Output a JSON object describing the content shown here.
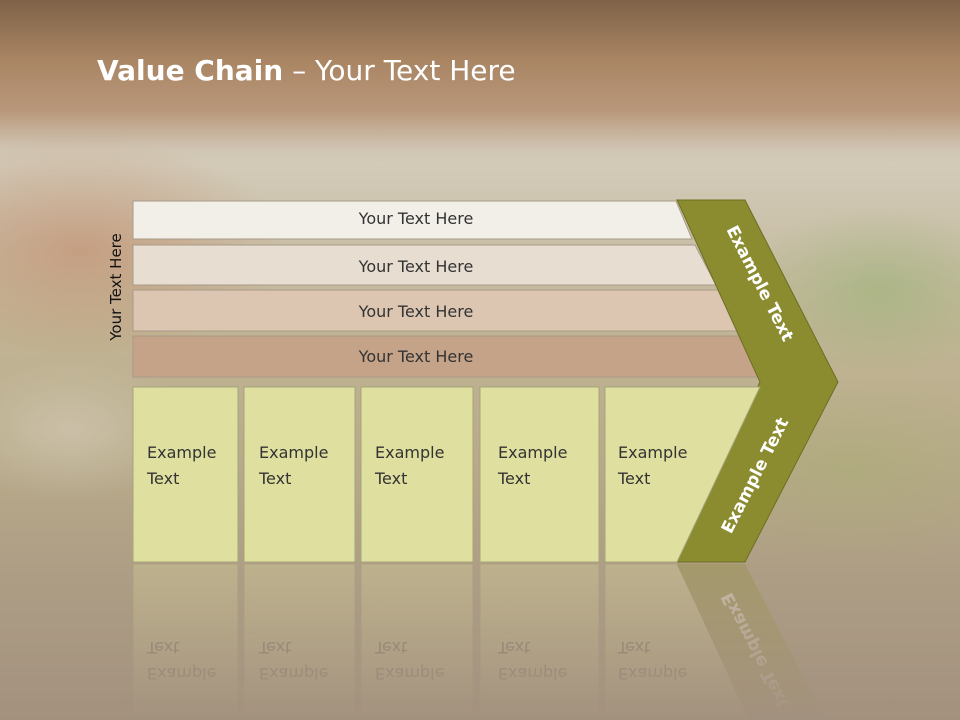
{
  "title": {
    "bold": "Value Chain",
    "rest": " – Your Text Here"
  },
  "side_label": "Your Text Here",
  "rows": [
    {
      "label": "Your Text Here",
      "fill": "#f2efe9"
    },
    {
      "label": "Your Text Here",
      "fill": "#e8ddd1"
    },
    {
      "label": "Your Text Here",
      "fill": "#dcc6b1"
    },
    {
      "label": "Your Text Here",
      "fill": "#c4a388"
    }
  ],
  "boxes": [
    {
      "line1": "Example",
      "line2": "Text"
    },
    {
      "line1": "Example",
      "line2": "Text"
    },
    {
      "line1": "Example",
      "line2": "Text"
    },
    {
      "line1": "Example",
      "line2": "Text"
    },
    {
      "line1": "Example",
      "line2": "Text"
    }
  ],
  "chevron_top_label": "Example Text",
  "chevron_bottom_label": "Example Text",
  "colors": {
    "box_fill": "#dfdfa0",
    "chevron_fill": "#8b8c2f",
    "text_dark": "#333333"
  }
}
